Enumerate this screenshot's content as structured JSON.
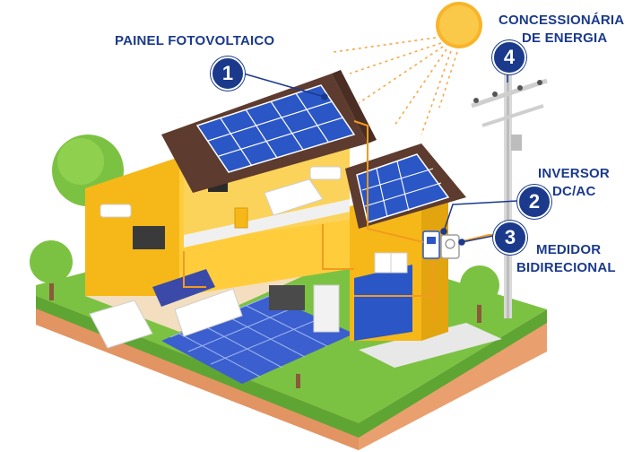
{
  "colors": {
    "brand_blue": "#1b3a8c",
    "wall_yellow": "#f6b819",
    "roof_brown": "#5d3b2e",
    "solar_blue": "#2a56c6",
    "grass_green": "#7cc242",
    "soil": "#e9a06e",
    "sun": "#f8b52a",
    "wire": "#f39a1e"
  },
  "icons": [
    "sun-icon",
    "solar-panel-icon",
    "inverter-icon",
    "meter-icon",
    "utility-pole-icon",
    "tree-icon"
  ],
  "labels": {
    "painel": "PAINEL FOTOVOLTAICO",
    "concessionaria_line1": "CONCESSIONÁRIA",
    "concessionaria_line2": "DE ENERGIA",
    "inversor_line1": "INVERSOR",
    "inversor_line2": "DC/AC",
    "medidor_line1": "MEDIDOR",
    "medidor_line2": "BIDIRECIONAL"
  },
  "badges": {
    "b1": "1",
    "b2": "2",
    "b3": "3",
    "b4": "4"
  }
}
